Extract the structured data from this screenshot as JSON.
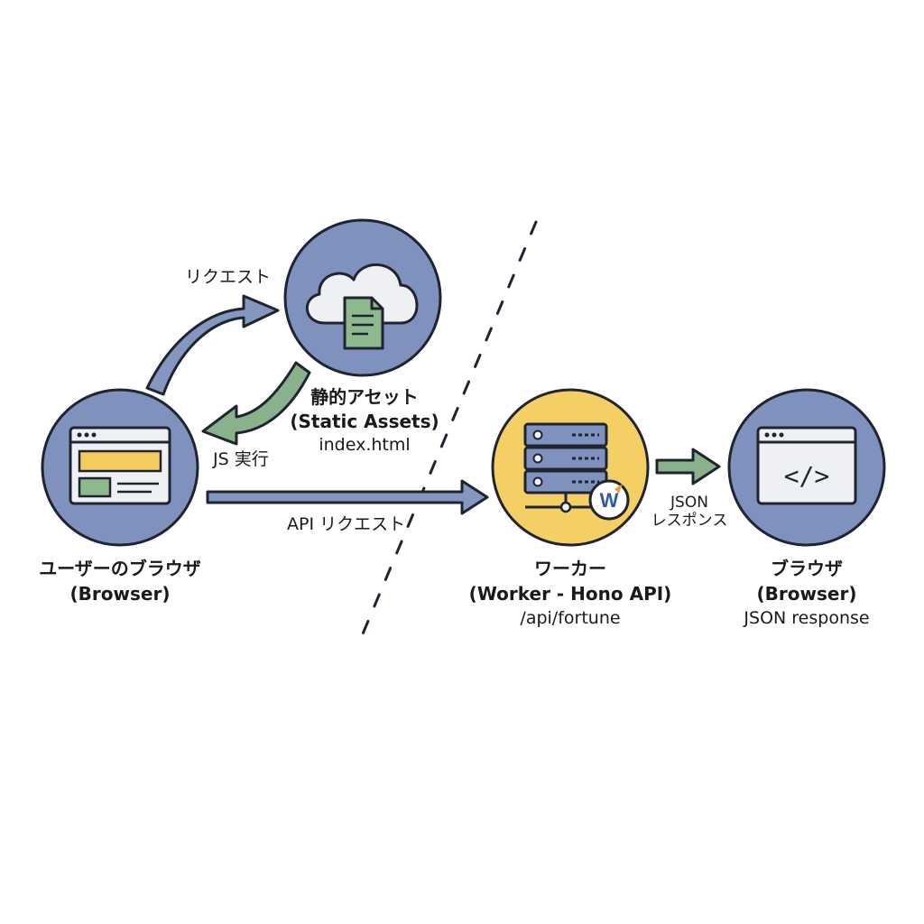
{
  "colors": {
    "node_blue": "#7f92bd",
    "node_yellow": "#f4cf63",
    "arrow_blue": "#8397c0",
    "arrow_green": "#88b18c",
    "outline": "#1f2430",
    "window_bg": "#eef0f4",
    "highlight_yellow": "#f3cd5c",
    "highlight_green": "#8cb98e",
    "logo_orange": "#e9a13b",
    "logo_blue": "#2f5aa8"
  },
  "nodes": {
    "browser_user": {
      "title": "ユーザーのブラウザ",
      "subtitle": "(Browser)",
      "icon": "browser-window-icon"
    },
    "static_assets": {
      "title": "静的アセット",
      "subtitle": "(Static Assets)",
      "detail": "index.html",
      "icon": "cloud-document-icon"
    },
    "worker": {
      "title": "ワーカー",
      "subtitle": "(Worker - Hono API)",
      "detail": "/api/fortune",
      "icon": "server-rack-icon",
      "badge_letter": "W"
    },
    "browser_result": {
      "title": "ブラウザ",
      "subtitle": "(Browser)",
      "detail": "JSON response",
      "icon": "code-window-icon",
      "code_glyph": "</>"
    }
  },
  "edges": {
    "request": "リクエスト",
    "js_exec": "JS 実行",
    "api_request": "API リクエスト",
    "json_response_line1": "JSON",
    "json_response_line2": "レスポンス"
  }
}
